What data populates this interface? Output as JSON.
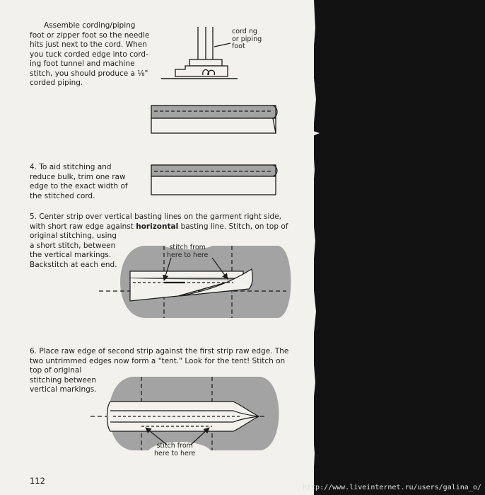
{
  "step_intro": {
    "lines": [
      "Assemble cording/piping",
      "foot or zipper foot so the needle",
      "hits just next to the cord. When",
      "you tuck corded edge into cord-",
      "ing foot tunnel and machine",
      "stitch, you should produce a ⅛\"",
      "corded piping."
    ]
  },
  "foot_label": {
    "lines": [
      "cord ng",
      "or piping",
      "foot"
    ]
  },
  "step4": {
    "lines": [
      "4.  To aid stitching and",
      "reduce bulk, trim one raw",
      "edge to the exact width of",
      "the stitched cord."
    ]
  },
  "step5": {
    "wide_lines": [
      "5.  Center strip over vertical basting lines on the garment right side,",
      "with short raw edge against ",
      "basting line. Stitch, on top of"
    ],
    "bold_word": "horizontal",
    "narrow_lines": [
      "original stitching, using",
      "a short stitch, between",
      "the vertical markings.",
      "Backstitch at each end."
    ],
    "callout": {
      "lines": [
        "stitch from",
        "here to here"
      ]
    }
  },
  "step6": {
    "wide_lines": [
      "6.  Place raw edge of second strip against the first strip raw edge. The",
      "two untrimmed edges now form a \"tent.\" Look for the tent! Stitch on"
    ],
    "narrow_lines": [
      "top of original",
      "stitching between",
      "vertical markings."
    ],
    "callout": {
      "lines": [
        "stitch from",
        "here to here"
      ]
    }
  },
  "page_number": "112",
  "watermark_url": "http://www.liveinternet.ru/users/galina_o/",
  "colors": {
    "paper": "#f2f1ec",
    "background": "#121212",
    "fabric_gray": "#a3a3a3",
    "ink": "#1e1e1e"
  }
}
